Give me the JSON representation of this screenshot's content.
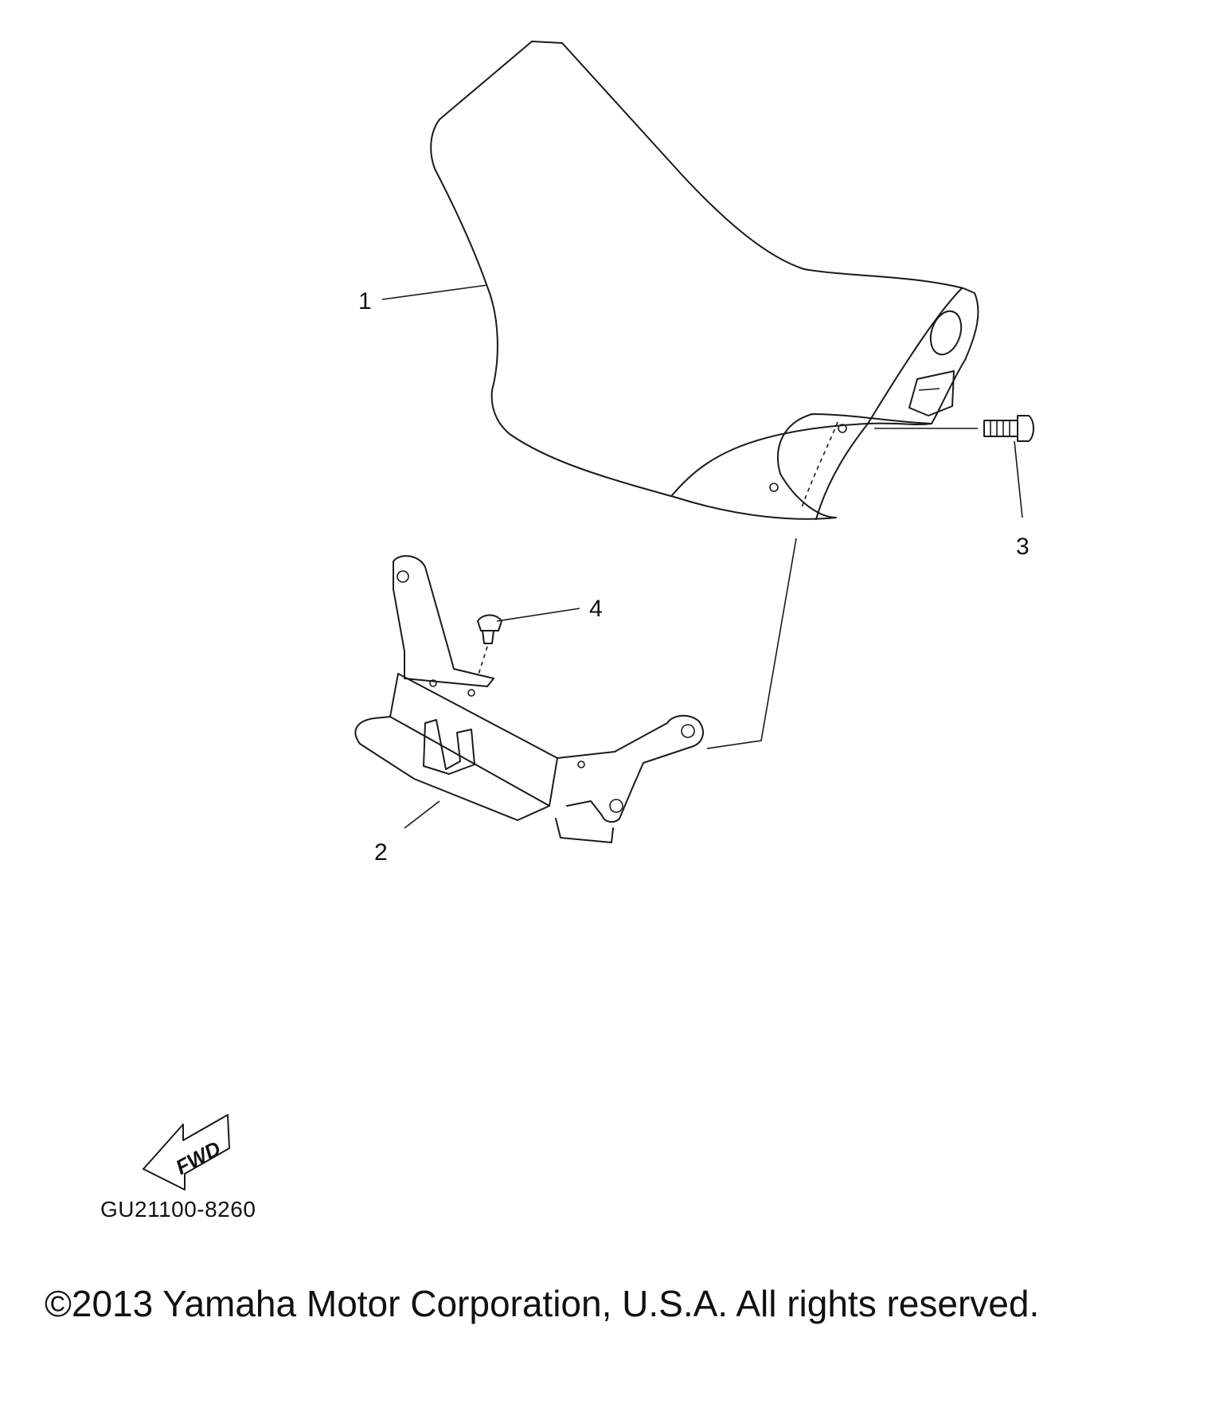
{
  "callouts": [
    {
      "id": "1",
      "label": "1"
    },
    {
      "id": "2",
      "label": "2"
    },
    {
      "id": "3",
      "label": "3"
    },
    {
      "id": "4",
      "label": "4"
    }
  ],
  "fwd_label": "FWD",
  "diagram_code": "GU21100-8260",
  "copyright": "©2013 Yamaha Motor Corporation, U.S.A. All rights reserved."
}
